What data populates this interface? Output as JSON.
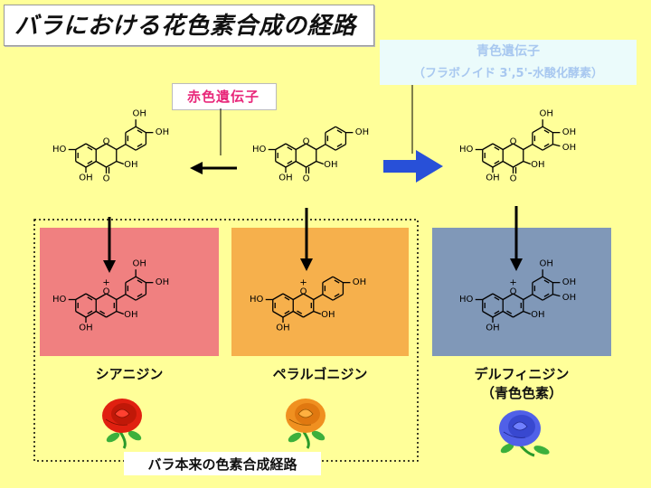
{
  "title": "バラにおける花色素合成の経路",
  "red_gene": {
    "label": "赤色遺伝子",
    "color": "#e8287a"
  },
  "blue_gene": {
    "line1": "青色遺伝子",
    "line2": "（フラボノイド 3',5'-水酸化酵素）",
    "color": "#a8c8f0"
  },
  "atom_labels": {
    "oh": "OH",
    "ho": "HO",
    "o": "O",
    "plus": "+"
  },
  "pigments": {
    "cyanidin": {
      "name": "シアニジン",
      "panel_color": "#f08080",
      "rose_color": "#e02010"
    },
    "pelargonidin": {
      "name": "ペラルゴニジン",
      "panel_color": "#f6b04c",
      "rose_color": "#f09020"
    },
    "delphinidin": {
      "name": "デルフィニジン",
      "note": "（青色色素）",
      "panel_color": "#8098b8",
      "rose_color": "#5060e8"
    }
  },
  "native_pathway": {
    "label": "バラ本来の色素合成経路"
  },
  "colors": {
    "background": "#ffff99",
    "blue_arrow": "#2850d8"
  }
}
